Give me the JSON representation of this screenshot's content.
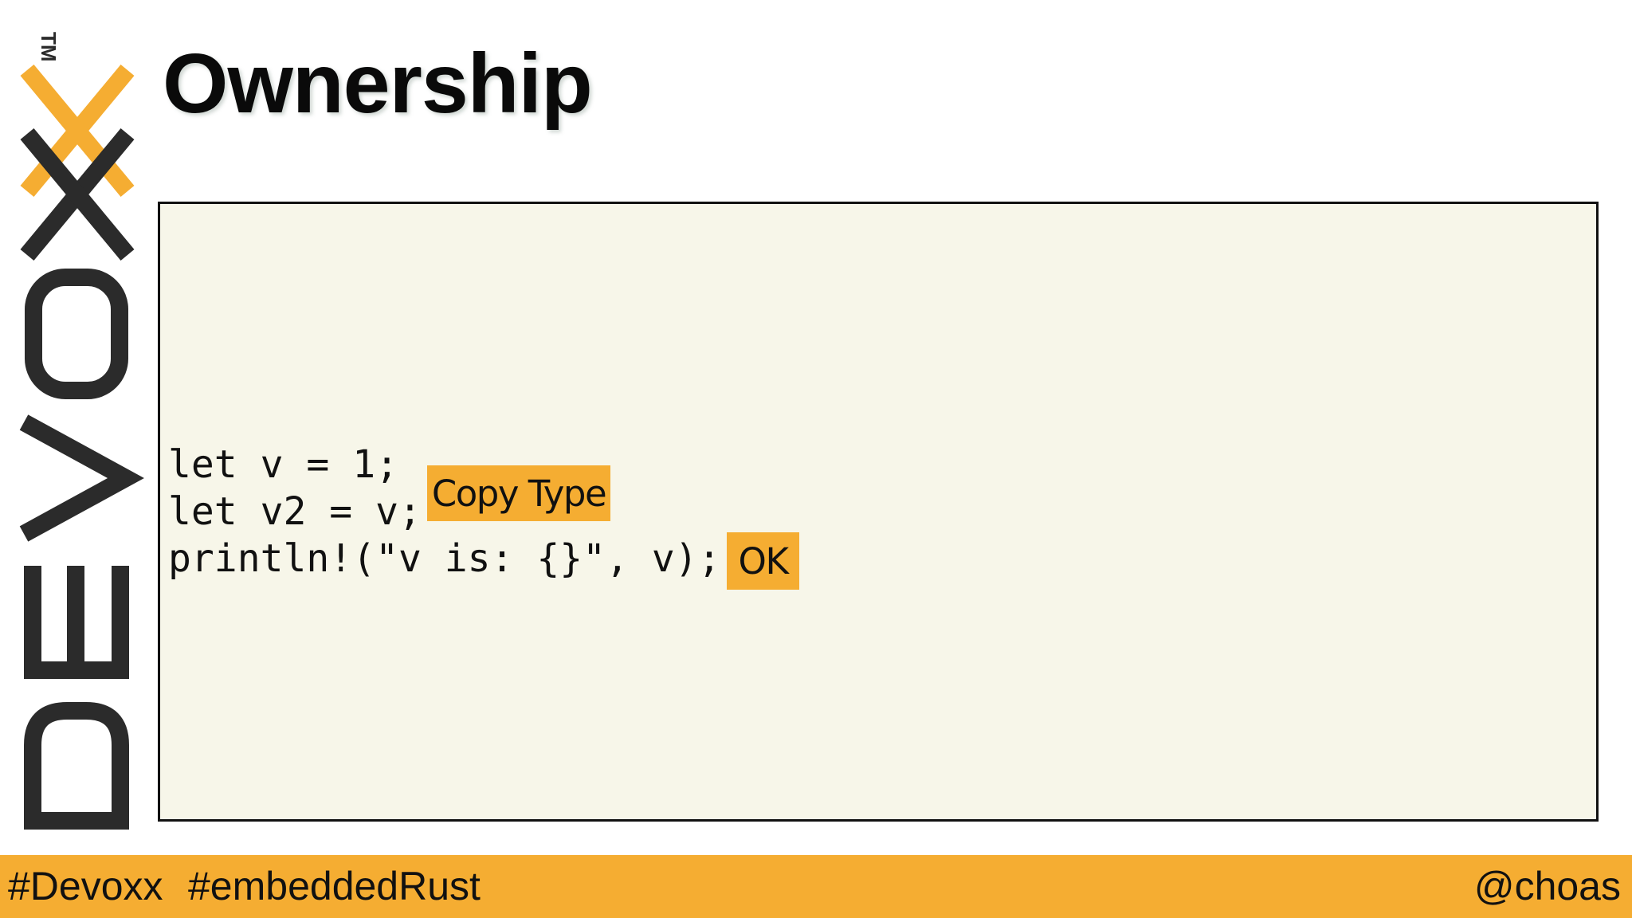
{
  "logo": {
    "wordmark": "DEVOXX",
    "trademark": "TM",
    "icon": "devoxx-logo"
  },
  "slide": {
    "title": "Ownership"
  },
  "code": {
    "lines": [
      "let v = 1;",
      "let v2 = v;",
      "println!(\"v is: {}\", v);"
    ]
  },
  "annotations": {
    "copy_type": "Copy Type",
    "ok": "OK"
  },
  "footer": {
    "hashtags": [
      "#Devoxx",
      "#embeddedRust"
    ],
    "handle": "@choas"
  },
  "colors": {
    "accent": "#f5ad32",
    "logo_dark": "#2b2b2b",
    "code_background": "#f7f6e9",
    "text": "#111111"
  }
}
